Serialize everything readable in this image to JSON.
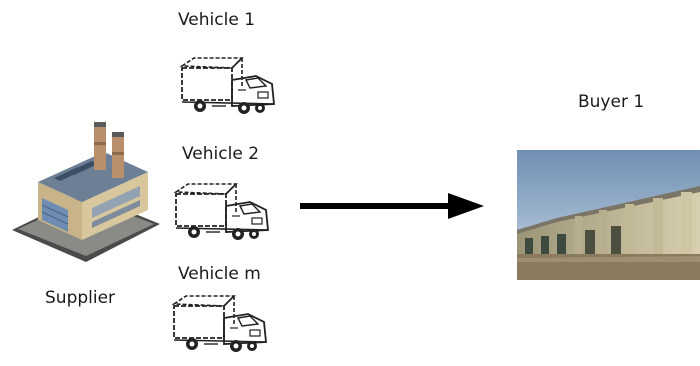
{
  "supplier": {
    "label": "Supplier",
    "icon": "factory-icon"
  },
  "vehicles": [
    {
      "label": "Vehicle 1",
      "icon": "truck-icon"
    },
    {
      "label": "Vehicle 2",
      "icon": "truck-icon"
    },
    {
      "label": "Vehicle m",
      "icon": "truck-icon"
    }
  ],
  "buyer": {
    "label": "Buyer 1",
    "icon": "warehouse-photo"
  },
  "connector": {
    "icon": "arrow-right-icon",
    "color": "#000000"
  }
}
